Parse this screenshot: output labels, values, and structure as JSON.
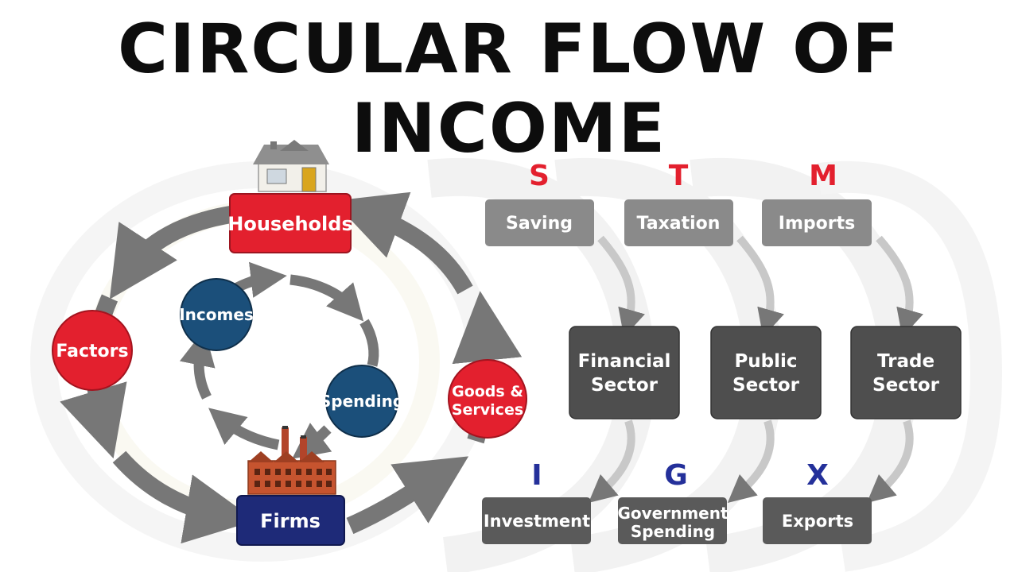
{
  "title": "CIRCULAR FLOW OF INCOME",
  "colors": {
    "red": "#e3202e",
    "navy": "#1e2a78",
    "blue_circle": "#1b4f7a",
    "dark_box": "#4e4e4e",
    "light_box": "#8a8a8a",
    "arrow": "#777777",
    "letter_red": "#e3202e",
    "letter_blue": "#24309a"
  },
  "circular_flow": {
    "households": "Households",
    "firms": "Firms",
    "factors": "Factors",
    "goods_services": [
      "Goods &",
      "Services"
    ],
    "incomes": "Incomes",
    "spending": "Spending"
  },
  "withdrawals": [
    {
      "letter": "S",
      "label": "Saving"
    },
    {
      "letter": "T",
      "label": "Taxation"
    },
    {
      "letter": "M",
      "label": "Imports"
    }
  ],
  "sectors": [
    {
      "lines": [
        "Financial",
        "Sector"
      ]
    },
    {
      "lines": [
        "Public",
        "Sector"
      ]
    },
    {
      "lines": [
        "Trade",
        "Sector"
      ]
    }
  ],
  "injections": [
    {
      "letter": "I",
      "lines": [
        "Investment"
      ]
    },
    {
      "letter": "G",
      "lines": [
        "Government",
        "Spending"
      ]
    },
    {
      "letter": "X",
      "lines": [
        "Exports"
      ]
    }
  ]
}
